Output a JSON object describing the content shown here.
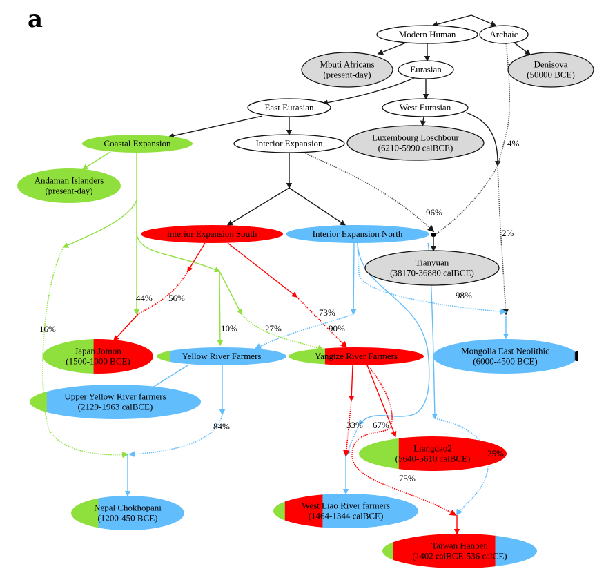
{
  "panel_label": "a",
  "colors": {
    "coastal": "#8fe03c",
    "interior_south": "#ff0000",
    "interior_north": "#62bdfc",
    "sample_gray": "#d9d9d9",
    "edge_black": "#1a1a1a"
  },
  "nodes": [
    {
      "id": "root",
      "lines": [],
      "kind": "junction"
    },
    {
      "id": "modern-human",
      "lines": [
        "Modern Human"
      ],
      "fill": "white"
    },
    {
      "id": "archaic",
      "lines": [
        "Archaic"
      ],
      "fill": "white"
    },
    {
      "id": "mbuti",
      "lines": [
        "Mbuti Africans",
        "(present-day)"
      ],
      "fill": "gray"
    },
    {
      "id": "eurasian",
      "lines": [
        "Eurasian"
      ],
      "fill": "white"
    },
    {
      "id": "denisova",
      "lines": [
        "Denisova",
        "(50000 BCE)"
      ],
      "fill": "gray"
    },
    {
      "id": "east-eurasian",
      "lines": [
        "East Eurasian"
      ],
      "fill": "white"
    },
    {
      "id": "west-eurasian",
      "lines": [
        "West Eurasian"
      ],
      "fill": "white"
    },
    {
      "id": "coastal-expansion",
      "lines": [
        "Coastal Expansion"
      ],
      "fill": "coastal"
    },
    {
      "id": "interior-expansion",
      "lines": [
        "Interior Expansion"
      ],
      "fill": "white"
    },
    {
      "id": "luxembourg",
      "lines": [
        "Luxembourg Loschbour",
        "(6210-5990 calBCE)"
      ],
      "fill": "gray"
    },
    {
      "id": "andaman",
      "lines": [
        "Andaman Islanders",
        "(present-day)"
      ],
      "fill": "coastal"
    },
    {
      "id": "interior-south",
      "lines": [
        "Interior Expansion South"
      ],
      "fill": "interior_south"
    },
    {
      "id": "interior-north",
      "lines": [
        "Interior Expansion North"
      ],
      "fill": "interior_north"
    },
    {
      "id": "tianyuan",
      "lines": [
        "Tianyuan",
        "(38170-36880 calBCE)"
      ],
      "fill": "gray"
    },
    {
      "id": "japan-jomon",
      "lines": [
        "Japan Jomon",
        "(1500-1000 BCE)"
      ],
      "mix": [
        [
          "coastal",
          0.46
        ],
        [
          "interior_south",
          0.54
        ]
      ]
    },
    {
      "id": "yellow-river",
      "lines": [
        "Yellow River Farmers"
      ],
      "mix": [
        [
          "coastal",
          0.1
        ],
        [
          "interior_north",
          0.9
        ]
      ]
    },
    {
      "id": "yangtze-river",
      "lines": [
        "Yangtze River Farmers"
      ],
      "mix": [
        [
          "coastal",
          0.27
        ],
        [
          "interior_south",
          0.73
        ]
      ]
    },
    {
      "id": "mongolia",
      "lines": [
        "Mongolia East Neolithic",
        "(6000-4500 BCE)"
      ],
      "mix": [
        [
          "interior_north",
          0.98
        ],
        [
          "edge_black",
          0.02
        ]
      ]
    },
    {
      "id": "upper-yellow",
      "lines": [
        "Upper Yellow River farmers",
        "(2129-1963 calBCE)"
      ],
      "mix": [
        [
          "coastal",
          0.1
        ],
        [
          "interior_north",
          0.9
        ]
      ]
    },
    {
      "id": "liangdao2",
      "lines": [
        "Liangdao2",
        "(5640-5610 calBCE)"
      ],
      "mix": [
        [
          "coastal",
          0.27
        ],
        [
          "interior_south",
          0.73
        ]
      ]
    },
    {
      "id": "nepal",
      "lines": [
        "Nepal Chokhopani",
        "(1200-450 BCE)"
      ],
      "mix": [
        [
          "coastal",
          0.24
        ],
        [
          "interior_north",
          0.76
        ]
      ]
    },
    {
      "id": "west-liao",
      "lines": [
        "West Liao River farmers",
        "(1464-1344 calBCE)"
      ],
      "mix": [
        [
          "coastal",
          0.08
        ],
        [
          "interior_south",
          0.26
        ],
        [
          "interior_north",
          0.66
        ]
      ]
    },
    {
      "id": "taiwan-hanben",
      "lines": [
        "Taiwan Hanben",
        "(1402 calBCE-536 calCE)"
      ],
      "mix": [
        [
          "coastal",
          0.07
        ],
        [
          "interior_south",
          0.66
        ],
        [
          "interior_north",
          0.27
        ]
      ]
    }
  ],
  "edge_labels": [
    {
      "id": "archaic-tianyuan",
      "text": "4%"
    },
    {
      "id": "interior-tianyuan",
      "text": "96%"
    },
    {
      "id": "archaic-mongolia",
      "text": "2%"
    },
    {
      "id": "north-mongolia",
      "text": "98%"
    },
    {
      "id": "coastal-jomon",
      "text": "44%"
    },
    {
      "id": "south-jomon",
      "text": "56%"
    },
    {
      "id": "coastal-nepal",
      "text": "16%"
    },
    {
      "id": "coastal-yellow",
      "text": "10%"
    },
    {
      "id": "coastal-yangtze",
      "text": "27%"
    },
    {
      "id": "south-yangtze",
      "text": "73%"
    },
    {
      "id": "north-yellow",
      "text": "90%"
    },
    {
      "id": "yellow-nepal",
      "text": "84%"
    },
    {
      "id": "yangtze-westliao",
      "text": "33%"
    },
    {
      "id": "north-westliao",
      "text": "67%"
    },
    {
      "id": "north-taiwan",
      "text": "25%"
    },
    {
      "id": "yangtze-taiwan",
      "text": "75%"
    }
  ]
}
